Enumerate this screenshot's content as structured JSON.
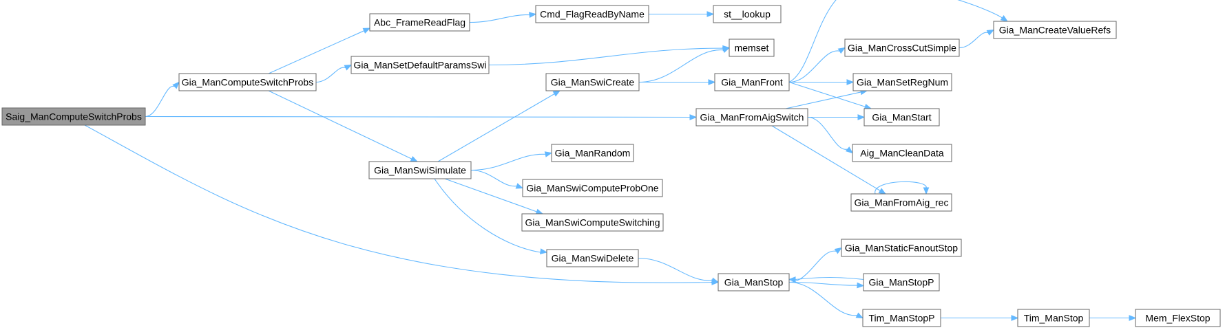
{
  "colors": {
    "edge": "#63b8ff",
    "node_border": "#666666",
    "root_fill": "#999999",
    "node_fill": "#ffffff"
  },
  "nodes": [
    {
      "id": "n_saig",
      "label": "Saig_ManComputeSwitchProbs",
      "root": true
    },
    {
      "id": "n_gcsp",
      "label": "Gia_ManComputeSwitchProbs"
    },
    {
      "id": "n_abc",
      "label": "Abc_FrameReadFlag"
    },
    {
      "id": "n_cmd",
      "label": "Cmd_FlagReadByName"
    },
    {
      "id": "n_st",
      "label": "st__lookup"
    },
    {
      "id": "n_sdp",
      "label": "Gia_ManSetDefaultParamsSwi"
    },
    {
      "id": "n_memset",
      "label": "memset"
    },
    {
      "id": "n_swisim",
      "label": "Gia_ManSwiSimulate"
    },
    {
      "id": "n_swicr",
      "label": "Gia_ManSwiCreate"
    },
    {
      "id": "n_front",
      "label": "Gia_ManFront"
    },
    {
      "id": "n_cvr",
      "label": "Gia_ManCreateValueRefs"
    },
    {
      "id": "n_ccs",
      "label": "Gia_ManCrossCutSimple"
    },
    {
      "id": "n_srn",
      "label": "Gia_ManSetRegNum"
    },
    {
      "id": "n_start",
      "label": "Gia_ManStart"
    },
    {
      "id": "n_fas",
      "label": "Gia_ManFromAigSwitch"
    },
    {
      "id": "n_acd",
      "label": "Aig_ManCleanData"
    },
    {
      "id": "n_far",
      "label": "Gia_ManFromAig_rec"
    },
    {
      "id": "n_rand",
      "label": "Gia_ManRandom"
    },
    {
      "id": "n_cpo",
      "label": "Gia_ManSwiComputeProbOne"
    },
    {
      "id": "n_csw",
      "label": "Gia_ManSwiComputeSwitching"
    },
    {
      "id": "n_del",
      "label": "Gia_ManSwiDelete"
    },
    {
      "id": "n_stop",
      "label": "Gia_ManStop"
    },
    {
      "id": "n_sfs",
      "label": "Gia_ManStaticFanoutStop"
    },
    {
      "id": "n_stopp",
      "label": "Gia_ManStopP"
    },
    {
      "id": "n_tstopp",
      "label": "Tim_ManStopP"
    },
    {
      "id": "n_tstop",
      "label": "Tim_ManStop"
    },
    {
      "id": "n_mfs",
      "label": "Mem_FlexStop"
    }
  ],
  "edges": [
    {
      "from": "n_saig",
      "to": "n_gcsp"
    },
    {
      "from": "n_saig",
      "to": "n_fas"
    },
    {
      "from": "n_saig",
      "to": "n_stop"
    },
    {
      "from": "n_gcsp",
      "to": "n_abc"
    },
    {
      "from": "n_gcsp",
      "to": "n_sdp"
    },
    {
      "from": "n_gcsp",
      "to": "n_swisim"
    },
    {
      "from": "n_abc",
      "to": "n_cmd"
    },
    {
      "from": "n_cmd",
      "to": "n_st"
    },
    {
      "from": "n_sdp",
      "to": "n_memset"
    },
    {
      "from": "n_swisim",
      "to": "n_swicr"
    },
    {
      "from": "n_swisim",
      "to": "n_rand"
    },
    {
      "from": "n_swisim",
      "to": "n_cpo"
    },
    {
      "from": "n_swisim",
      "to": "n_csw"
    },
    {
      "from": "n_swisim",
      "to": "n_del"
    },
    {
      "from": "n_swicr",
      "to": "n_memset"
    },
    {
      "from": "n_swicr",
      "to": "n_front"
    },
    {
      "from": "n_front",
      "to": "n_cvr"
    },
    {
      "from": "n_front",
      "to": "n_ccs"
    },
    {
      "from": "n_front",
      "to": "n_srn"
    },
    {
      "from": "n_front",
      "to": "n_start"
    },
    {
      "from": "n_ccs",
      "to": "n_cvr"
    },
    {
      "from": "n_fas",
      "to": "n_srn"
    },
    {
      "from": "n_fas",
      "to": "n_start"
    },
    {
      "from": "n_fas",
      "to": "n_acd"
    },
    {
      "from": "n_fas",
      "to": "n_far"
    },
    {
      "from": "n_far",
      "to": "n_far"
    },
    {
      "from": "n_del",
      "to": "n_stop"
    },
    {
      "from": "n_stop",
      "to": "n_sfs"
    },
    {
      "from": "n_stop",
      "to": "n_stopp"
    },
    {
      "from": "n_stop",
      "to": "n_tstopp"
    },
    {
      "from": "n_stopp",
      "to": "n_stop"
    },
    {
      "from": "n_tstopp",
      "to": "n_tstop"
    },
    {
      "from": "n_tstop",
      "to": "n_mfs"
    }
  ]
}
